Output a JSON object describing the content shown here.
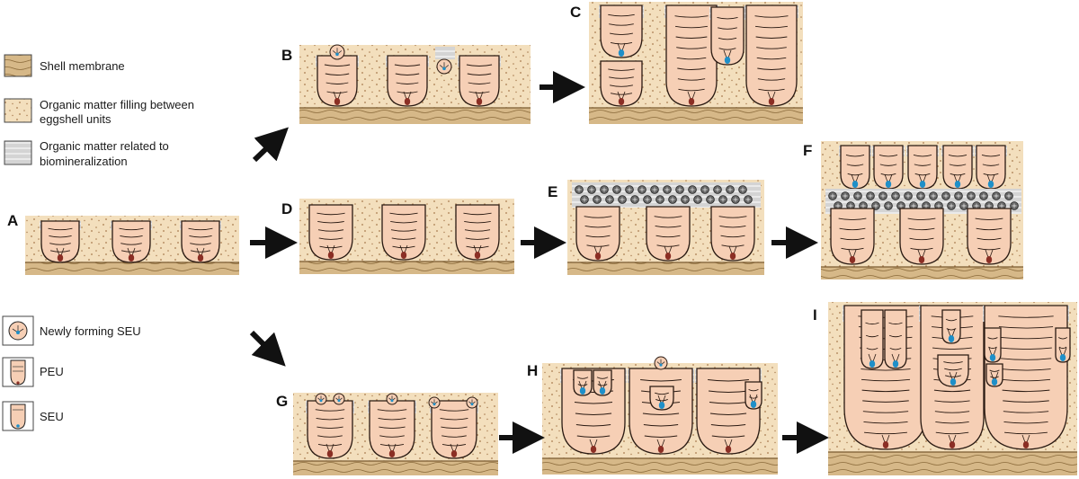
{
  "legend": {
    "shell_membrane": "Shell membrane",
    "organic_filling_line1": "Organic matter filling between",
    "organic_filling_line2": "eggshell units",
    "biomineral_line1": "Organic matter related to",
    "biomineral_line2": "biomineralization",
    "newly_forming_seu": "Newly forming SEU",
    "peu": "PEU",
    "seu": "SEU"
  },
  "panels": {
    "A": "A",
    "B": "B",
    "C": "C",
    "D": "D",
    "E": "E",
    "F": "F",
    "G": "G",
    "H": "H",
    "I": "I"
  },
  "colors": {
    "sand": "#f3dfbd",
    "speckle": "#a87a4e",
    "membrane": "#c9a877",
    "membrane_line": "#7a5a30",
    "unit_fill": "#f6cfb5",
    "unit_stroke": "#2a1a12",
    "nucleus": "#8b2e24",
    "seu_core": "#1f8fc8",
    "grey": "#cfcfcf",
    "arrow": "#111111"
  }
}
